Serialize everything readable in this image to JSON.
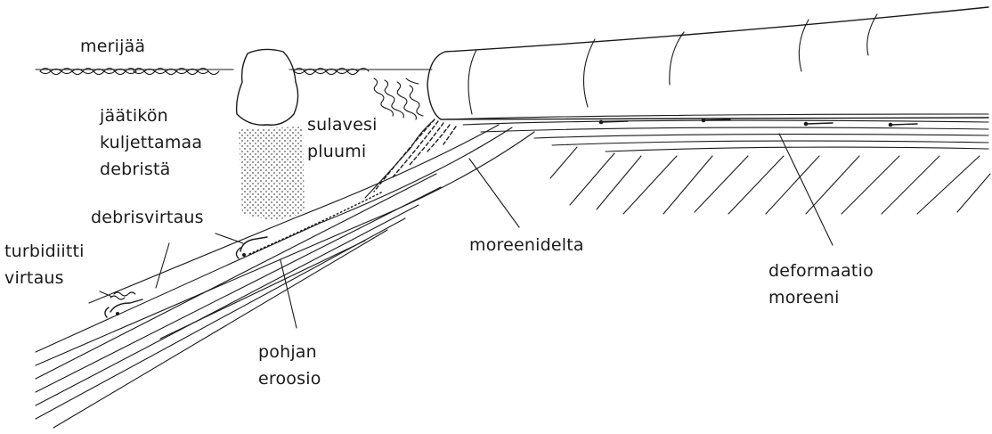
{
  "labels": {
    "sea_ice": "merijää",
    "ice_rafted_debris": [
      "jäätikön",
      "kuljettamaa",
      "debristä"
    ],
    "meltwater_plume": [
      "sulavesi",
      "pluumi"
    ],
    "debris_flow": "debrisvirtaus",
    "turbidite_flow": [
      "turbidiitti",
      "virtaus"
    ],
    "till_delta": "moreenidelta",
    "deformation_till": [
      "deformaatio",
      "moreeni"
    ],
    "basal_erosion": [
      "pohjan",
      "eroosio"
    ]
  }
}
